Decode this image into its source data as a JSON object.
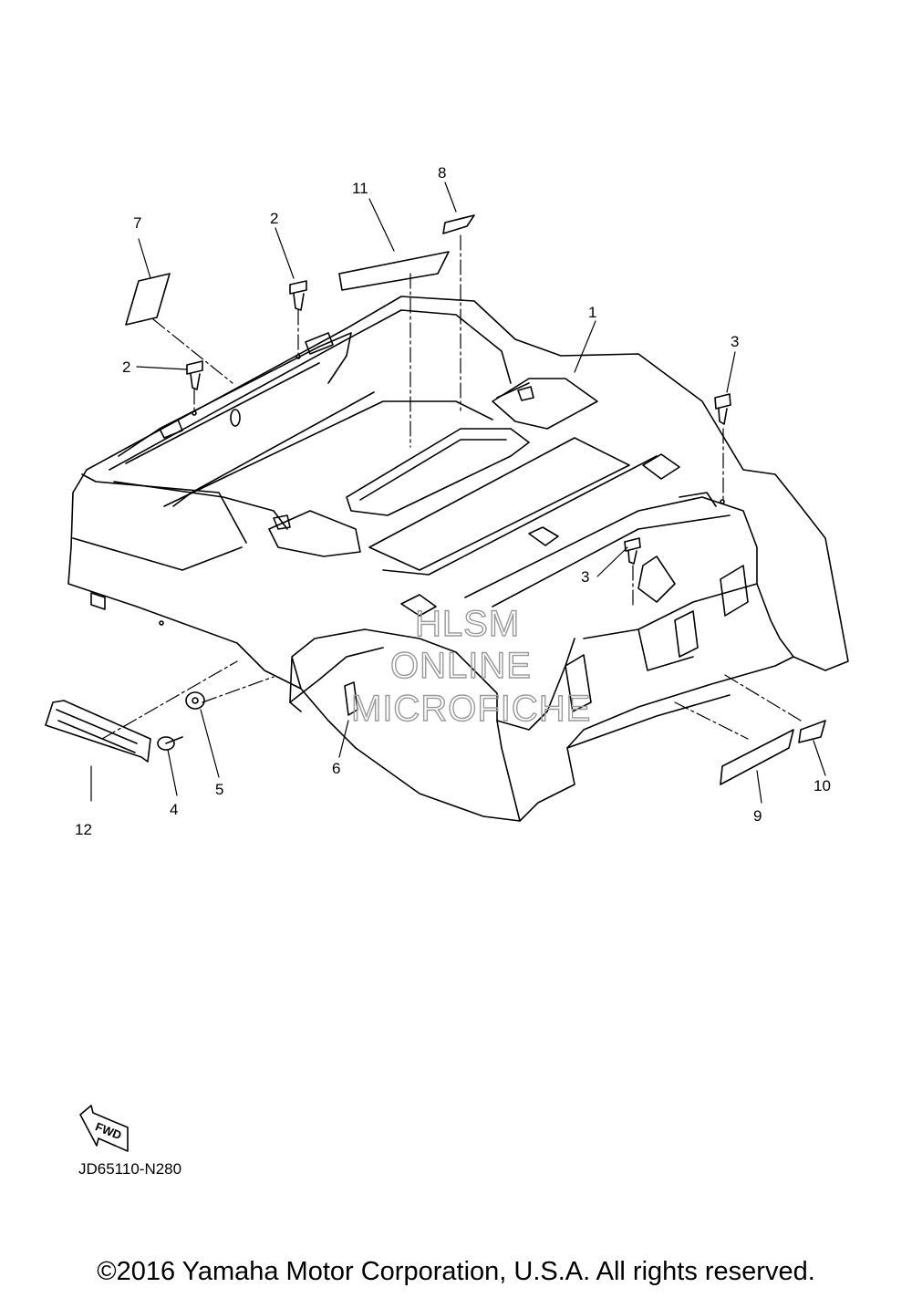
{
  "callouts": {
    "c1": "1",
    "c2a": "2",
    "c2b": "2",
    "c3a": "3",
    "c3b": "3",
    "c4": "4",
    "c5": "5",
    "c6": "6",
    "c7": "7",
    "c8": "8",
    "c9": "9",
    "c10": "10",
    "c11": "11",
    "c12": "12"
  },
  "watermark": {
    "line1": "HLSM",
    "line2": "ONLINE",
    "line3": "MICROFICHE"
  },
  "fwd_label": "FWD",
  "diagram_code": "JD65110-N280",
  "copyright": "©2016 Yamaha Motor Corporation, U.S.A. All rights reserved."
}
